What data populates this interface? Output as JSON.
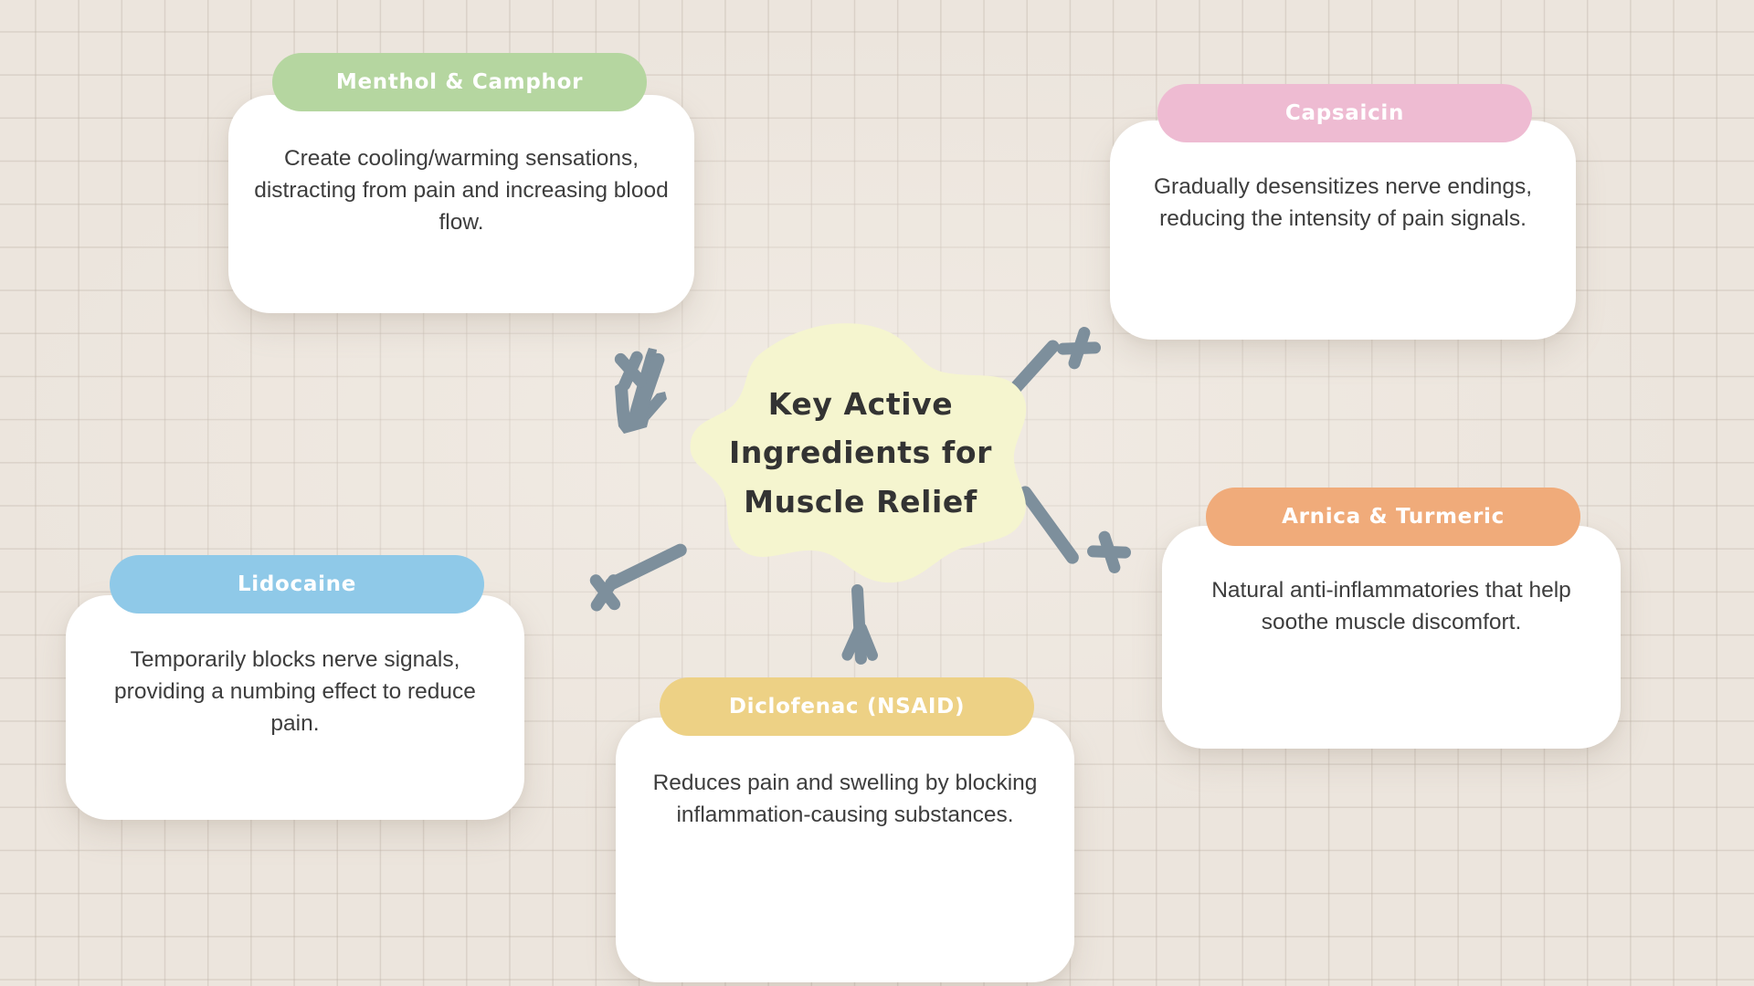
{
  "theme": {
    "background_color": "#ece5dd",
    "grid_line_color": "#beb4a8",
    "center_blob_color": "#f5f5cf",
    "center_text_color": "#333333",
    "card_background": "#ffffff",
    "card_text_color": "#3d3d3d",
    "arrow_color": "#7d8f9c"
  },
  "center": {
    "title": "Key Active\nIngredients for\nMuscle Relief",
    "title_plain": "Key Active Ingredients for Muscle Relief"
  },
  "cards": [
    {
      "id": "menthol",
      "title": "Menthol & Camphor",
      "body": "Create cooling/warming sensations, distracting from pain and increasing blood flow.",
      "header_color": "#b5d6a0",
      "position": "top-left"
    },
    {
      "id": "capsaicin",
      "title": "Capsaicin",
      "body": "Gradually desensitizes nerve endings, reducing the intensity of pain signals.",
      "header_color": "#eebbd2",
      "position": "top-right"
    },
    {
      "id": "arnica",
      "title": "Arnica & Turmeric",
      "body": "Natural anti-inflammatories that help soothe muscle discomfort.",
      "header_color": "#f0ab7a",
      "position": "right"
    },
    {
      "id": "lidocaine",
      "title": "Lidocaine",
      "body": "Temporarily blocks nerve signals, providing a numbing effect to reduce pain.",
      "header_color": "#8fc9e8",
      "position": "bottom-left"
    },
    {
      "id": "diclofenac",
      "title": "Diclofenac (NSAID)",
      "body": "Reduces pain and swelling by blocking inflammation-causing substances.",
      "header_color": "#edd185",
      "position": "bottom-center"
    }
  ],
  "arrows": [
    {
      "id": "arrow-to-menthol",
      "from": "center",
      "to": "menthol",
      "direction": "up-left"
    },
    {
      "id": "arrow-to-capsaicin",
      "from": "center",
      "to": "capsaicin",
      "direction": "up-right"
    },
    {
      "id": "arrow-to-arnica",
      "from": "center",
      "to": "arnica",
      "direction": "down-right"
    },
    {
      "id": "arrow-to-lidocaine",
      "from": "center",
      "to": "lidocaine",
      "direction": "down-left"
    },
    {
      "id": "arrow-to-diclofenac",
      "from": "center",
      "to": "diclofenac",
      "direction": "down"
    }
  ]
}
